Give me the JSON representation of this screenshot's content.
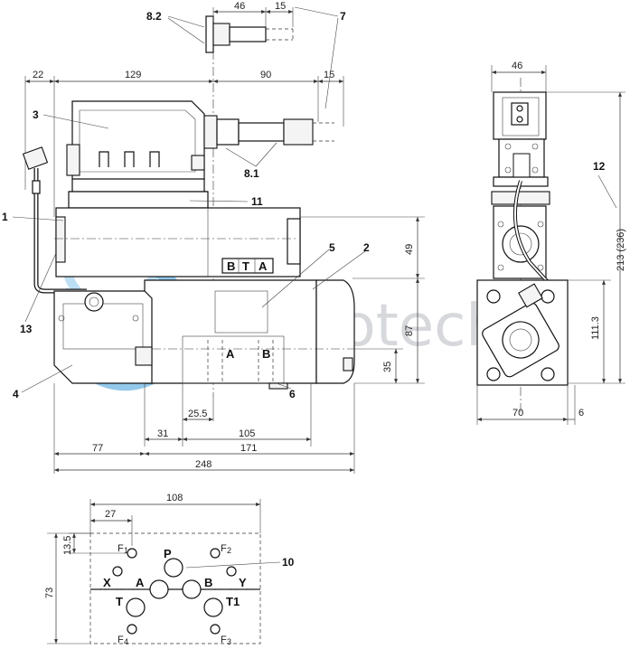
{
  "watermark": {
    "text": "Hydrotech",
    "colors": [
      "#3a9bd8",
      "#c9ccd1"
    ]
  },
  "front_view": {
    "dims_top": {
      "d22": "22",
      "d129": "129",
      "d90": "90",
      "d15a": "15"
    },
    "dims_plug": {
      "d46": "46",
      "d15b": "15"
    },
    "dims_right": {
      "d49": "49",
      "d87": "87",
      "d35": "35"
    },
    "dims_bottom": {
      "d25_5": "25.5",
      "d31": "31",
      "d105": "105",
      "d77": "77",
      "d171": "171",
      "d248": "248"
    },
    "nameplate": {
      "b": "B",
      "t": "T",
      "a": "A"
    },
    "ports": {
      "a": "A",
      "b": "B"
    },
    "callouts": {
      "c8_2": "8.2",
      "c7": "7",
      "c3": "3",
      "c8_1": "8.1",
      "c11": "11",
      "c1": "1",
      "c5": "5",
      "c2": "2",
      "c13": "13",
      "c4": "4",
      "c6": "6"
    }
  },
  "side_view": {
    "d46": "46",
    "d213": "213 (236)",
    "d111_3": "111.3",
    "d70": "70",
    "d6": "6",
    "callout12": "12"
  },
  "mounting_plate": {
    "d108": "108",
    "d27": "27",
    "d13_5": "13.5",
    "d73": "73",
    "callout10": "10",
    "ports": {
      "p": "P",
      "a": "A",
      "b": "B",
      "t": "T",
      "t1": "T1",
      "x": "X",
      "y": "Y"
    },
    "fixing": {
      "f1": "F",
      "f2": "F",
      "f3": "F",
      "f4": "F",
      "s1": "1",
      "s2": "2",
      "s3": "3",
      "s4": "4"
    }
  }
}
